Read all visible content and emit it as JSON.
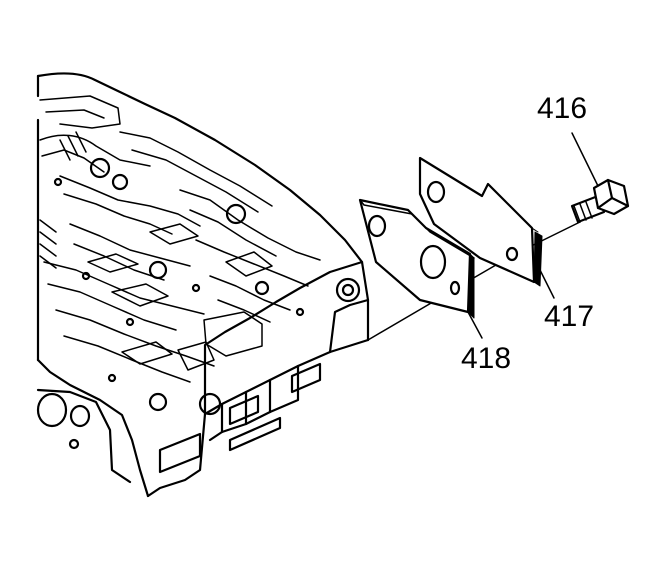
{
  "diagram": {
    "callouts": [
      {
        "id": "bolt",
        "label": "416"
      },
      {
        "id": "plate",
        "label": "417"
      },
      {
        "id": "gasket",
        "label": "418"
      }
    ],
    "colors": {
      "line": "#000000",
      "background": "#ffffff"
    }
  }
}
